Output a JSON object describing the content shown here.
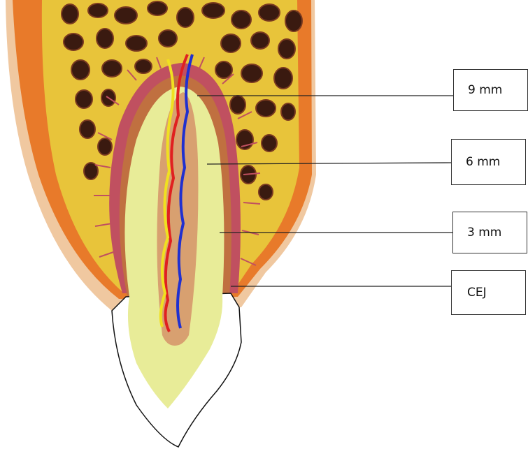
{
  "labels": {
    "level_9": "9 mm",
    "level_6": "6 mm",
    "level_3": "3 mm",
    "cej": "CEJ"
  },
  "colors": {
    "bone_outer": "#e87a2a",
    "bone_cortex": "#f0c8a0",
    "cancellous": "#e8c43a",
    "marrow_space": "#3a1a10",
    "ligament": "#c05060",
    "root_outer": "#c07040",
    "dentin": "#e8ec98",
    "pulp": "#d8a070",
    "artery": "#e02020",
    "vein": "#2030d0",
    "nerve": "#f0e020",
    "enamel": "#ffffff"
  }
}
